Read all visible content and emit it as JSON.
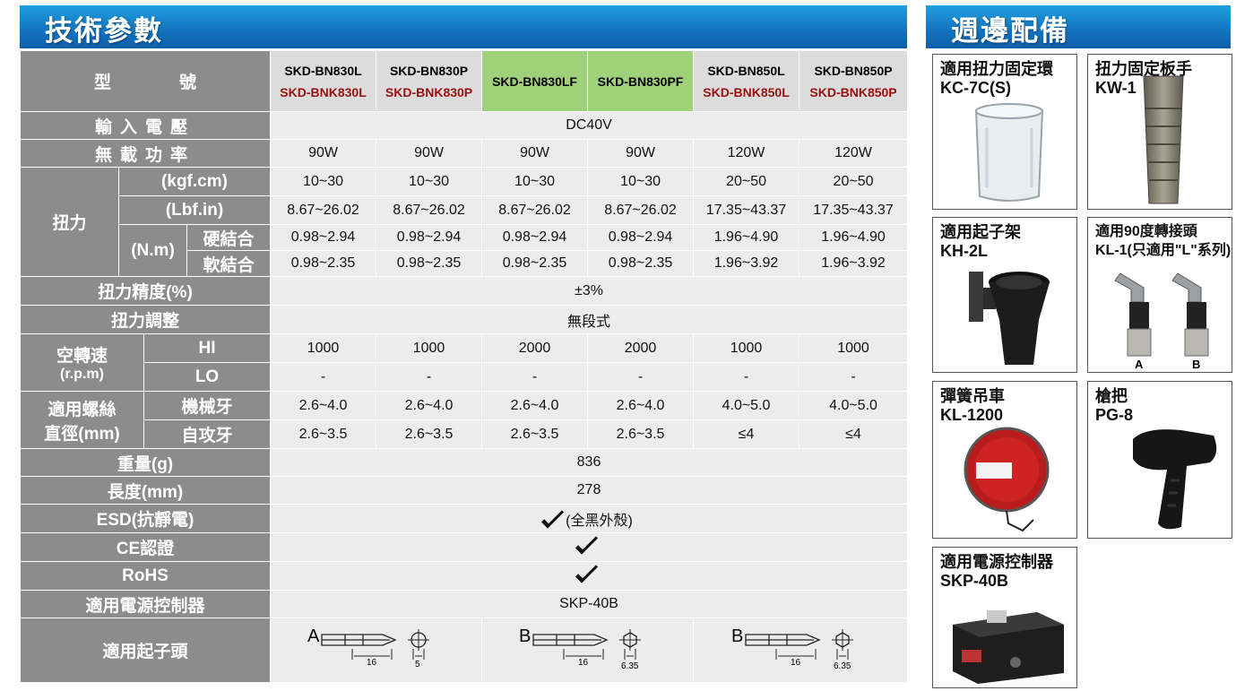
{
  "spec_title": "技術參數",
  "acc_title": "週邊配備",
  "labels": {
    "model": "型　　　　號",
    "input_voltage": "輸入電壓",
    "power": "無載功率",
    "torque": "扭力",
    "kgf": "(kgf.cm)",
    "lbf": "(Lbf.in)",
    "nm": "(N.m)",
    "hard": "硬結合",
    "soft": "軟結合",
    "accuracy": "扭力精度(%)",
    "adjust": "扭力調整",
    "speed": "空轉速",
    "speed_unit": "(r.p.m)",
    "hi": "HI",
    "lo": "LO",
    "screw1": "適用螺絲",
    "screw2": "直徑(mm)",
    "machine": "機械牙",
    "tapping": "自攻牙",
    "weight": "重量(g)",
    "length": "長度(mm)",
    "esd": "ESD(抗靜電)",
    "ce": "CE認證",
    "rohs": "RoHS",
    "controller": "適用電源控制器",
    "bit": "適用起子頭"
  },
  "models": [
    {
      "line1": "SKD-BN830L",
      "line2": "SKD-BNK830L"
    },
    {
      "line1": "SKD-BN830P",
      "line2": "SKD-BNK830P"
    },
    {
      "line1": "SKD-BN830LF",
      "line2": ""
    },
    {
      "line1": "SKD-BN830PF",
      "line2": ""
    },
    {
      "line1": "SKD-BN850L",
      "line2": "SKD-BNK850L"
    },
    {
      "line1": "SKD-BN850P",
      "line2": "SKD-BNK850P"
    }
  ],
  "values": {
    "input_voltage": "DC40V",
    "power": [
      "90W",
      "90W",
      "90W",
      "90W",
      "120W",
      "120W"
    ],
    "kgf": [
      "10~30",
      "10~30",
      "10~30",
      "10~30",
      "20~50",
      "20~50"
    ],
    "lbf": [
      "8.67~26.02",
      "8.67~26.02",
      "8.67~26.02",
      "8.67~26.02",
      "17.35~43.37",
      "17.35~43.37"
    ],
    "hard": [
      "0.98~2.94",
      "0.98~2.94",
      "0.98~2.94",
      "0.98~2.94",
      "1.96~4.90",
      "1.96~4.90"
    ],
    "soft": [
      "0.98~2.35",
      "0.98~2.35",
      "0.98~2.35",
      "0.98~2.35",
      "1.96~3.92",
      "1.96~3.92"
    ],
    "accuracy": "±3%",
    "adjust": "無段式",
    "hi": [
      "1000",
      "1000",
      "2000",
      "2000",
      "1000",
      "1000"
    ],
    "lo": [
      "-",
      "-",
      "-",
      "-",
      "-",
      "-"
    ],
    "machine": [
      "2.6~4.0",
      "2.6~4.0",
      "2.6~4.0",
      "2.6~4.0",
      "4.0~5.0",
      "4.0~5.0"
    ],
    "tapping": [
      "2.6~3.5",
      "2.6~3.5",
      "2.6~3.5",
      "2.6~3.5",
      "≤4",
      "≤4"
    ],
    "weight": "836",
    "length": "278",
    "esd": "(全黑外殼)",
    "controller": "SKP-40B"
  },
  "bits": [
    {
      "type": "A",
      "len": "16",
      "dia": "5"
    },
    {
      "type": "B",
      "len": "16",
      "dia": "6.35"
    },
    {
      "type": "B",
      "len": "16",
      "dia": "6.35"
    }
  ],
  "accessories": [
    {
      "line1": "適用扭力固定環",
      "line2": "KC-7C(S)"
    },
    {
      "line1": "扭力固定板手",
      "line2": "KW-1"
    },
    {
      "line1": "適用起子架",
      "line2": "KH-2L"
    },
    {
      "line1": "適用90度轉接頭",
      "line2": "KL-1(只適用\"L\"系列)",
      "marks": [
        "A",
        "B"
      ]
    },
    {
      "line1": "彈簧吊車",
      "line2": "KL-1200"
    },
    {
      "line1": "槍把",
      "line2": "PG-8"
    },
    {
      "line1": "適用電源控制器",
      "line2": "SKP-40B"
    }
  ],
  "colors": {
    "banner": "#1476c2",
    "label_bg": "#8c8c8c",
    "value_bg": "#ececec",
    "highlight": "#9fd07a",
    "model_red": "#9a1010"
  }
}
